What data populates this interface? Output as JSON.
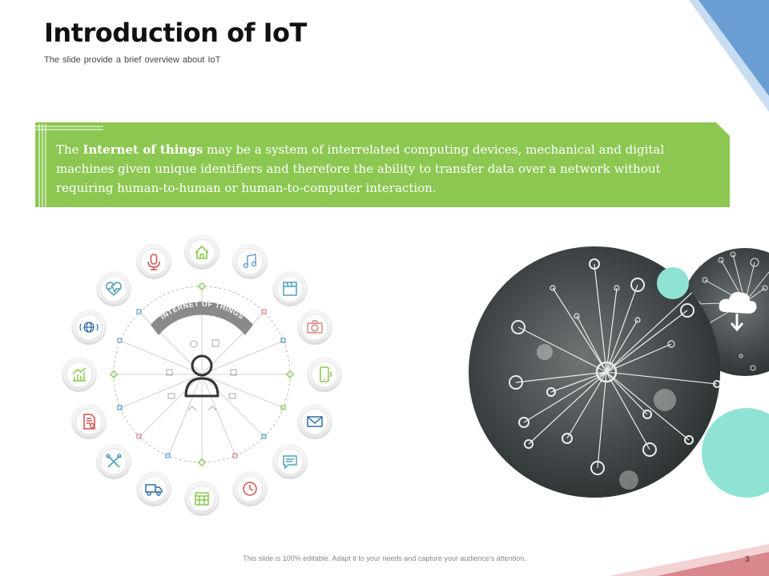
{
  "slide": {
    "title": "Introduction of IoT",
    "subtitle": "The slide provide  a brief overview  about IoT",
    "banner": {
      "bold_term": "Internet of things",
      "text_before": "The ",
      "text_after": " may be a system of interrelated computing devices, mechanical and digital machines given unique identifiers and therefore the ability to transfer data over a network without requiring human-to-human or human-to-computer interaction.",
      "color": "#8CC751"
    },
    "diagram": {
      "center_label": "INTERNET OF THINGS",
      "icons": [
        "home-icon",
        "music-icon",
        "clapper-icon",
        "camera-icon",
        "smartphone-icon",
        "mail-icon",
        "chat-icon",
        "clock-icon",
        "calendar-icon",
        "truck-icon",
        "tools-icon",
        "document-icon",
        "chart-icon",
        "globe-icon",
        "heartbeat-icon",
        "microphone-icon"
      ]
    },
    "footer": "This slide is 100% editable. Adapt it to your needs and capture your audience's attention.",
    "page_number": "3",
    "colors": {
      "accent_blue": "#6A9ED3",
      "accent_green": "#8CC751",
      "accent_teal": "#8EE3D4",
      "accent_red": "#D9868C"
    }
  }
}
